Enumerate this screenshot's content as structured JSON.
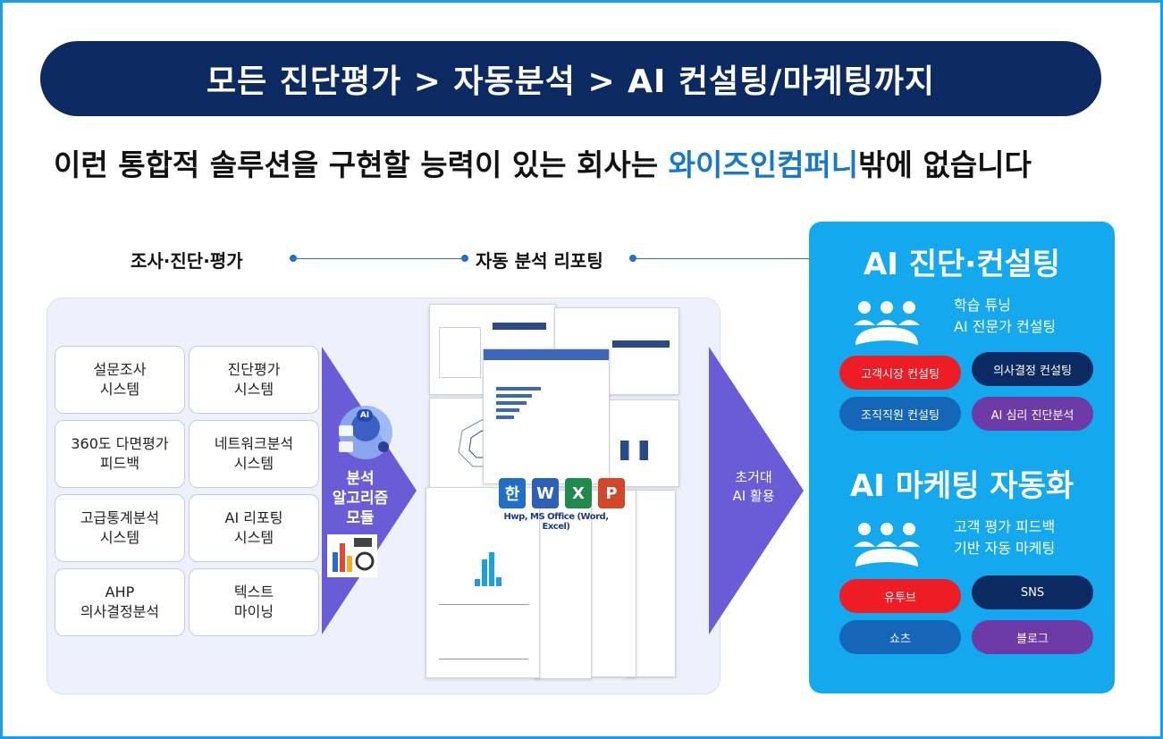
{
  "header": {
    "title": "모든 진단평가 > 자동분석 > AI 컨설팅/마케팅까지",
    "subtitle_prefix": "이런 통합적 솔루션을 구현할 능력이 있는 회사는 ",
    "subtitle_highlight": "와이즈인컴퍼니",
    "subtitle_suffix": "밖에 없습니다"
  },
  "flow": {
    "step1": "조사·진단·평가",
    "step2": "자동 분석 리포팅"
  },
  "systems": [
    "설문조사\n시스템",
    "진단평가\n시스템",
    "360도 다면평가\n피드백",
    "네트워크분석\n시스템",
    "고급통계분석\n시스템",
    "AI 리포팅\n시스템",
    "AHP\n의사결정분석",
    "텍스트\n마이닝"
  ],
  "algorithm": {
    "badge": "AI",
    "label": "분석\n알고리즘\n모듈"
  },
  "reports": {
    "office_label": "Hwp, MS Office (Word, Excel)",
    "icons": [
      {
        "letter": "한",
        "color": "#1f6fc5"
      },
      {
        "letter": "W",
        "color": "#2b5fb8"
      },
      {
        "letter": "X",
        "color": "#1f8a4c"
      },
      {
        "letter": "P",
        "color": "#d2472a"
      }
    ]
  },
  "super_ai": "초거대\nAI 활용",
  "ai_consulting": {
    "title": "AI 진단·컨설팅",
    "desc": "학습 튜닝\nAI 전문가 컨설팅",
    "pills": [
      {
        "label": "고객시장 컨설팅",
        "color": "#ee1c24"
      },
      {
        "label": "의사결정 컨설팅",
        "color": "#0b2a62"
      },
      {
        "label": "조직직원 컨설팅",
        "color": "#1565b8"
      },
      {
        "label": "AI 심리 진단분석",
        "color": "#6d3aa8"
      }
    ]
  },
  "ai_marketing": {
    "title": "AI 마케팅 자동화",
    "desc": "고객 평가 피드백\n기반 자동 마케팅",
    "pills": [
      {
        "label": "유투브",
        "color": "#ee1c24"
      },
      {
        "label": "SNS",
        "color": "#0b2a62"
      },
      {
        "label": "쇼츠",
        "color": "#1565b8"
      },
      {
        "label": "블로그",
        "color": "#6d3aa8"
      }
    ]
  }
}
